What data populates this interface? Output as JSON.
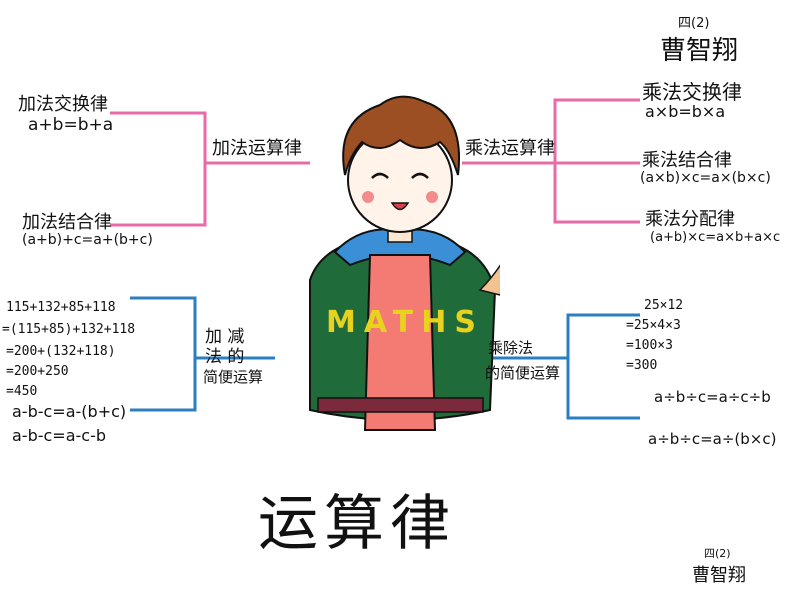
{
  "header": {
    "class_label": "四(2)",
    "author": "曹智翔"
  },
  "title": "运算律",
  "signature": {
    "class_label": "四(2)",
    "name": "曹智翔"
  },
  "left_top": {
    "node": "加法运算律",
    "items": [
      {
        "name": "加法交换律",
        "formula": "a+b=b+a"
      },
      {
        "name": "加法结合律",
        "formula": "(a+b)+c=a+(b+c)"
      }
    ]
  },
  "right_top": {
    "node": "乘法运算律",
    "items": [
      {
        "name": "乘法交换律",
        "formula": "a×b=b×a"
      },
      {
        "name": "乘法结合律",
        "formula": "(a×b)×c=a×(b×c)"
      },
      {
        "name": "乘法分配律",
        "formula": "(a+b)×c=a×b+a×c"
      }
    ]
  },
  "left_bottom": {
    "node_line1": "加 减",
    "node_line2": "法 的",
    "node_line3": "简便运算",
    "lines": [
      "115+132+85+118",
      "=(115+85)+132+118",
      "=200+(132+118)",
      "=200+250",
      "=450"
    ],
    "rules": [
      "a-b-c=a-(b+c)",
      "a-b-c=a-c-b"
    ]
  },
  "right_bottom": {
    "node_line1": "乘除法",
    "node_line2": "的简便运算",
    "lines": [
      "25×12",
      "=25×4×3",
      "=100×3",
      "=300"
    ],
    "rules": [
      "a÷b÷c=a÷c÷b",
      "a÷b÷c=a÷(b×c)"
    ]
  },
  "shirt_text": "MATHS",
  "colors": {
    "pink_lines": "#e86aa6",
    "blue_lines": "#2a7fc0",
    "jacket": "#1f6b3a",
    "collar": "#3a8fd6",
    "shirt": "#f47a74",
    "hair": "#9b4f23",
    "letters": "#e9d21f"
  }
}
